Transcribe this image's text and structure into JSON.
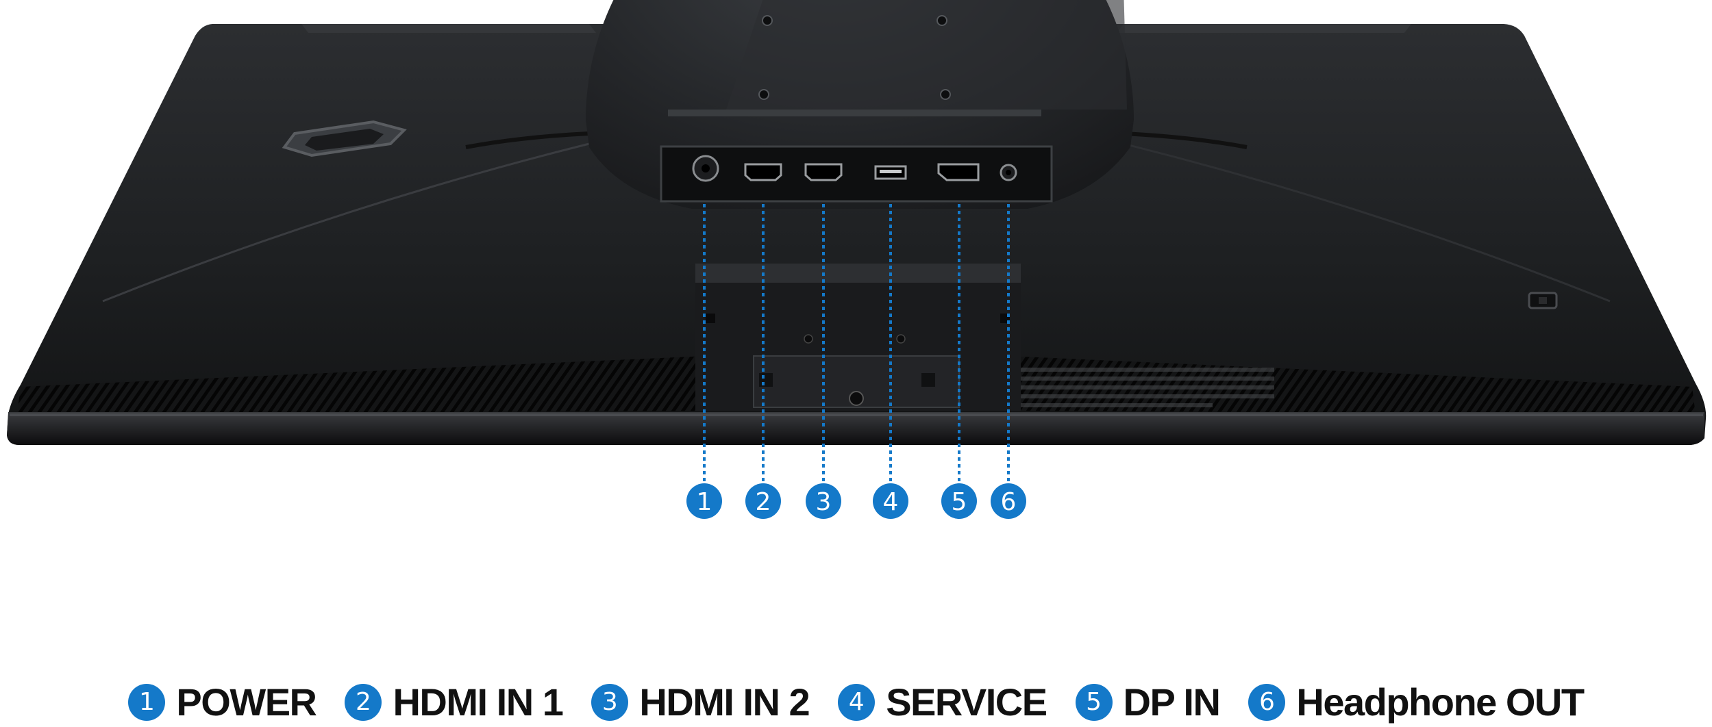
{
  "accent_color": "#1479c9",
  "ports": [
    {
      "number": "1",
      "label": "POWER",
      "icon": "dc-power-jack-icon"
    },
    {
      "number": "2",
      "label": "HDMI IN 1",
      "icon": "hdmi-port-icon"
    },
    {
      "number": "3",
      "label": "HDMI IN 2",
      "icon": "hdmi-port-icon"
    },
    {
      "number": "4",
      "label": "SERVICE",
      "icon": "usb-port-icon"
    },
    {
      "number": "5",
      "label": "DP IN",
      "icon": "displayport-icon"
    },
    {
      "number": "6",
      "label": "Headphone OUT",
      "icon": "headphone-jack-icon"
    }
  ]
}
